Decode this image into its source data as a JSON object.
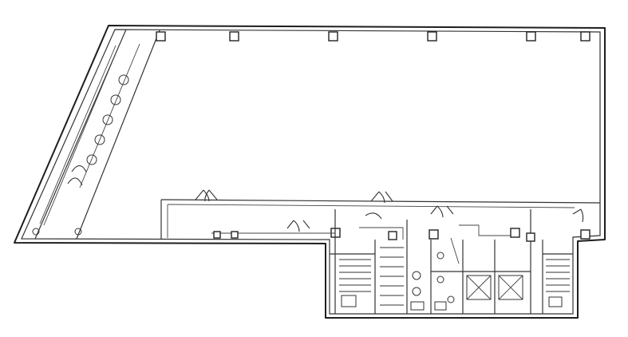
{
  "plan": {
    "columns": 10,
    "doors": 9,
    "core_rooms": 8,
    "room_labels": [
      "",
      ""
    ]
  }
}
